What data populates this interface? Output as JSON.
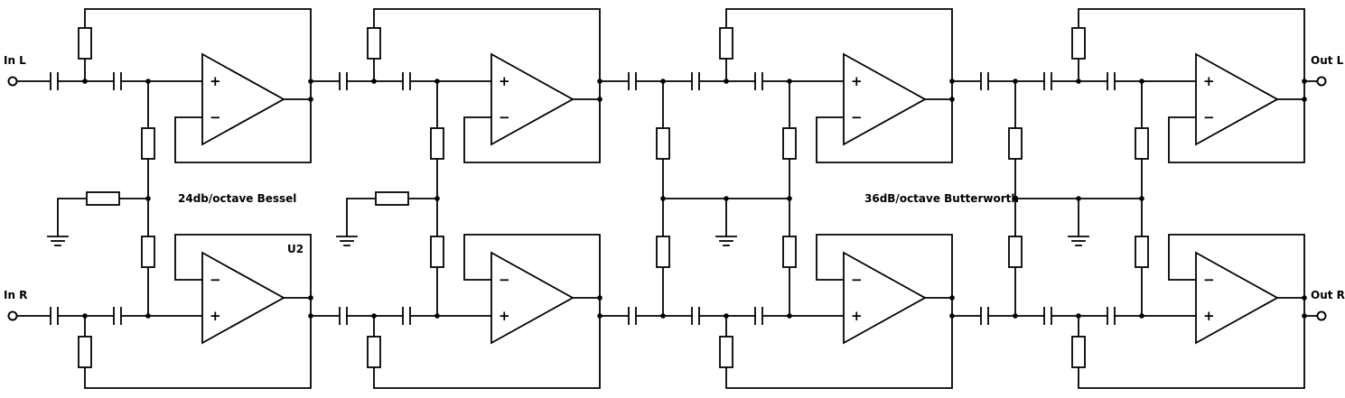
{
  "diagram": {
    "labels": {
      "in_left": "In L",
      "in_right": "In R",
      "out_left": "Out L",
      "out_right": "Out R",
      "bessel_caption": "24db/octave Bessel",
      "butterworth_caption": "36dB/octave Butterworth",
      "opamp_ref": "U2"
    },
    "opamp_signs": {
      "plus": "+",
      "minus": "−"
    }
  }
}
